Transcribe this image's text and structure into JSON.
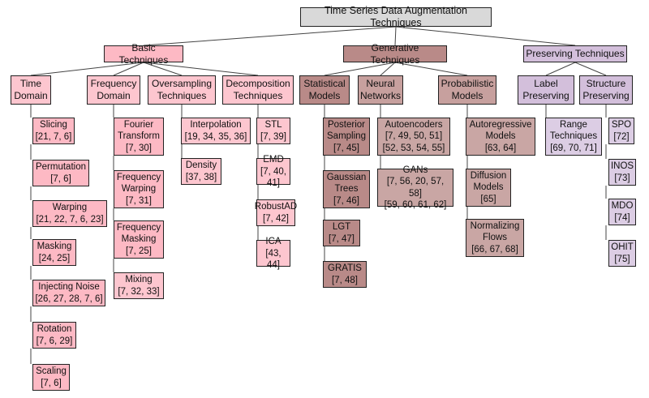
{
  "colors": {
    "root": "#d9d9d9",
    "basic_header": "#fdb9c4",
    "basic_sub": "#fdc6cf",
    "basic_leaf": "#fdb9c4",
    "gen_header": "#b98a88",
    "gen_sub": "#c7a09e",
    "gen_stat_leaf": "#b98a88",
    "gen_leaf": "#c9a6a4",
    "pres_header": "#d3bfdb",
    "pres_leaf": "#dccde4"
  },
  "root": {
    "label": "Time Series Data Augmentation Techniques"
  },
  "categories": {
    "basic": {
      "label": "Basic Techniques",
      "groups": {
        "time_domain": {
          "label": "Time\nDomain",
          "items": [
            {
              "label": "Slicing\n[21, 7, 6]"
            },
            {
              "label": "Permutation\n[7, 6]"
            },
            {
              "label": "Warping\n[21, 22, 7, 6, 23]"
            },
            {
              "label": "Masking\n[24, 25]"
            },
            {
              "label": "Injecting Noise\n[26, 27, 28, 7, 6]"
            },
            {
              "label": "Rotation\n[7, 6, 29]"
            },
            {
              "label": "Scaling\n[7, 6]"
            }
          ]
        },
        "frequency_domain": {
          "label": "Frequency\nDomain",
          "items": [
            {
              "label": "Fourier\nTransform\n[7, 30]"
            },
            {
              "label": "Frequency\nWarping\n[7, 31]"
            },
            {
              "label": "Frequency\nMasking\n[7, 25]"
            },
            {
              "label": "Mixing\n[7, 32, 33]"
            }
          ]
        },
        "oversampling": {
          "label": "Oversampling\nTechniques",
          "items": [
            {
              "label": "Interpolation\n[19, 34, 35, 36]"
            },
            {
              "label": "Density\n[37, 38]"
            }
          ]
        },
        "decomposition": {
          "label": "Decomposition\nTechniques",
          "items": [
            {
              "label": "STL\n[7, 39]"
            },
            {
              "label": "EMD\n[7, 40, 41]"
            },
            {
              "label": "RobustAD\n[7, 42]"
            },
            {
              "label": "ICA\n[43, 44]"
            }
          ]
        }
      }
    },
    "generative": {
      "label": "Generative Techniques",
      "groups": {
        "statistical": {
          "label": "Statistical\nModels",
          "items": [
            {
              "label": "Posterior\nSampling\n[7, 45]"
            },
            {
              "label": "Gaussian\nTrees\n[7, 46]"
            },
            {
              "label": "LGT\n[7, 47]"
            },
            {
              "label": "GRATIS\n[7, 48]"
            }
          ]
        },
        "neural": {
          "label": "Neural\nNetworks",
          "items": [
            {
              "label": "Autoencoders\n[7, 49, 50, 51]\n[52, 53, 54, 55]"
            },
            {
              "label": "GANs\n[7, 56, 20, 57, 58]\n[59, 60, 61, 62]"
            }
          ]
        },
        "probabilistic": {
          "label": "Probabilistic\nModels",
          "items": [
            {
              "label": "Autoregressive\nModels\n[63, 64]"
            },
            {
              "label": "Diffusion\nModels\n[65]"
            },
            {
              "label": "Normalizing\nFlows\n[66, 67, 68]"
            }
          ]
        }
      }
    },
    "preserving": {
      "label": "Preserving Techniques",
      "groups": {
        "label_preserving": {
          "label": "Label\nPreserving",
          "items": [
            {
              "label": "Range\nTechniques\n[69, 70, 71]"
            }
          ]
        },
        "structure_preserving": {
          "label": "Structure\nPreserving",
          "items": [
            {
              "label": "SPO\n[72]"
            },
            {
              "label": "INOS\n[73]"
            },
            {
              "label": "MDO\n[74]"
            },
            {
              "label": "OHIT\n[75]"
            }
          ]
        }
      }
    }
  }
}
